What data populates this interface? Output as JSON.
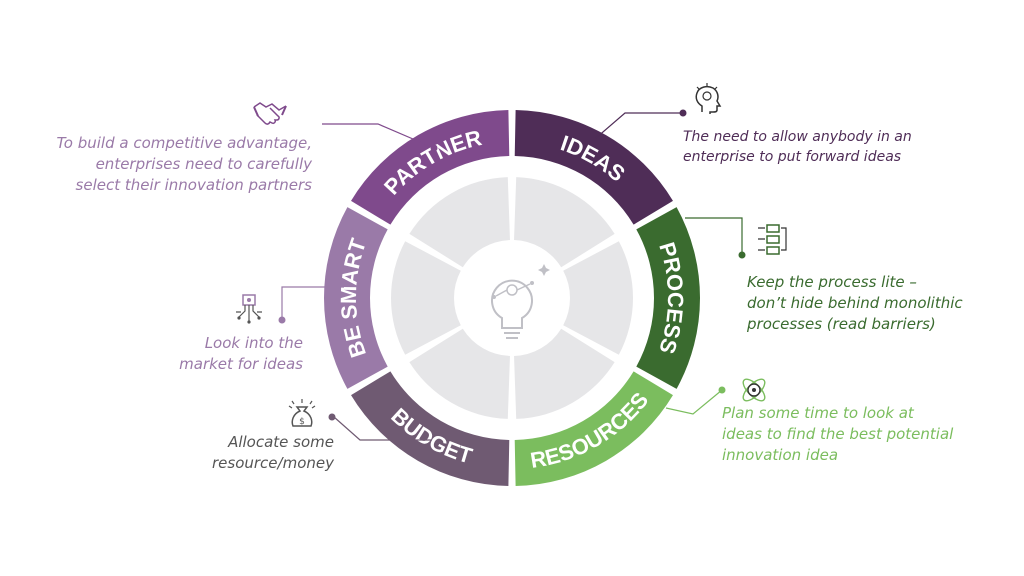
{
  "segments": [
    {
      "key": "ideas",
      "label": "IDEAS",
      "color": "#4f2d57"
    },
    {
      "key": "process",
      "label": "PROCESS",
      "color": "#3a6b2f"
    },
    {
      "key": "resources",
      "label": "RESOURCES",
      "color": "#7bbd5e"
    },
    {
      "key": "budget",
      "label": "BUDGET",
      "color": "#6f5a72"
    },
    {
      "key": "be-smart",
      "label": "BE SMART",
      "color": "#9a7aa8"
    },
    {
      "key": "partner",
      "label": "PARTNER",
      "color": "#7f4a8c"
    }
  ],
  "callouts": {
    "ideas": {
      "lines": [
        "The need to allow anybody in an",
        "enterprise to put forward ideas"
      ],
      "color": "#4f2d57",
      "icon": "lightbulb-head-icon"
    },
    "process": {
      "lines": [
        "Keep the process lite –",
        "don’t hide behind monolithic",
        "processes (read barriers)"
      ],
      "color": "#3a6b2f",
      "icon": "process-flow-icon"
    },
    "resources": {
      "lines": [
        "Plan some time to look at",
        "ideas to find the best potential",
        "innovation idea"
      ],
      "color": "#7bbd5e",
      "icon": "atom-icon"
    },
    "budget": {
      "lines": [
        "Allocate some",
        "resource/money"
      ],
      "color": "#555555",
      "icon": "money-bag-icon"
    },
    "be_smart": {
      "lines": [
        "Look into the",
        "market for ideas"
      ],
      "color": "#9a7aa8",
      "icon": "circuit-chip-icon"
    },
    "partner": {
      "lines": [
        "To build a competitive advantage,",
        "enterprises need to carefully",
        "select their innovation partners"
      ],
      "color": "#9a7aa8",
      "icon": "handshake-icon"
    }
  },
  "center_icon": "tech-lightbulb-icon",
  "inner_ring_color": "#e6e6e8"
}
